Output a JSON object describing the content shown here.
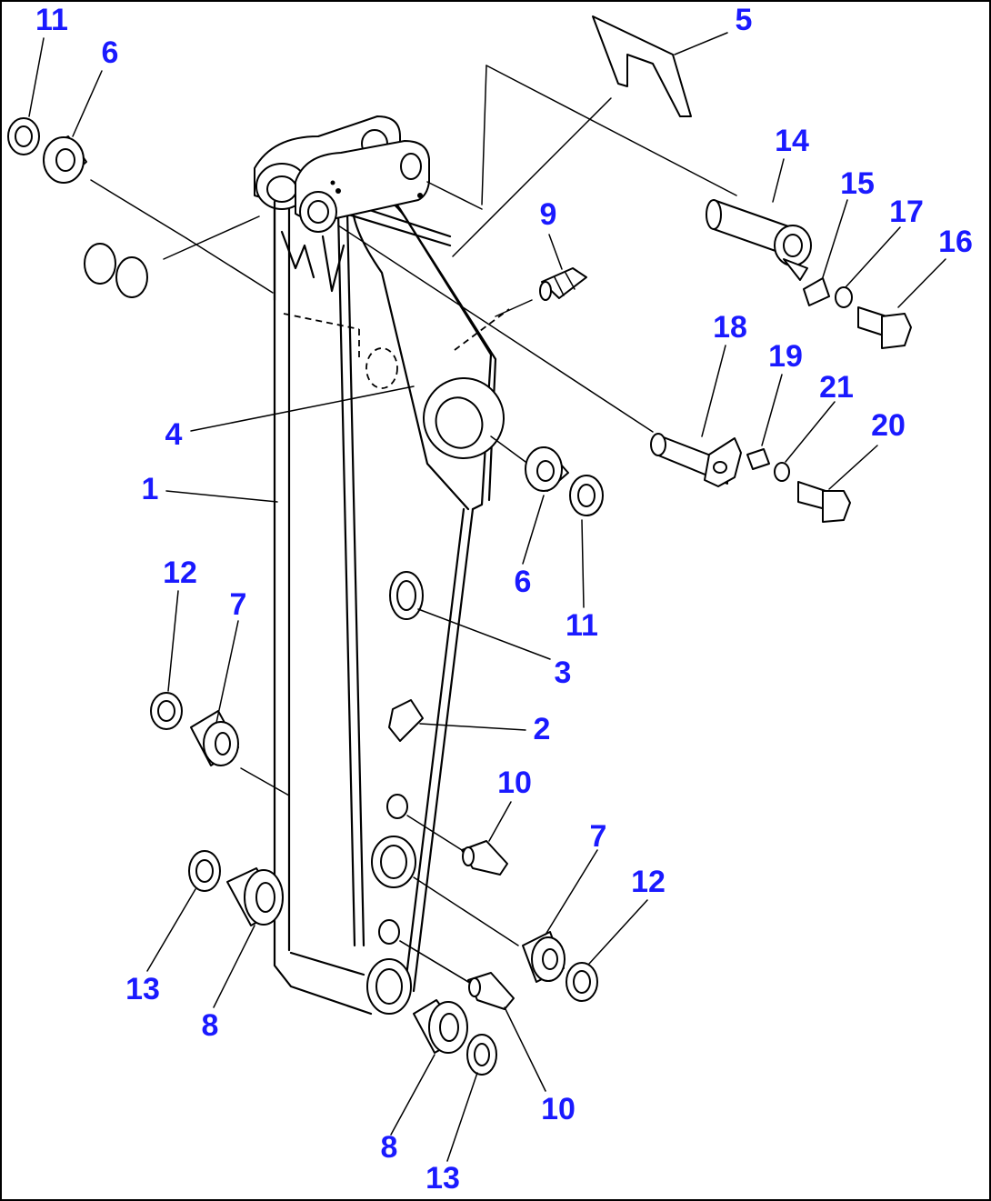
{
  "diagram": {
    "label_color": "#1a1aff",
    "line_color": "#000000",
    "callouts": [
      {
        "id": "c-11-top",
        "text": "11"
      },
      {
        "id": "c-6-top",
        "text": "6"
      },
      {
        "id": "c-5",
        "text": "5"
      },
      {
        "id": "c-14",
        "text": "14"
      },
      {
        "id": "c-15",
        "text": "15"
      },
      {
        "id": "c-17",
        "text": "17"
      },
      {
        "id": "c-16",
        "text": "16"
      },
      {
        "id": "c-9",
        "text": "9"
      },
      {
        "id": "c-18",
        "text": "18"
      },
      {
        "id": "c-19",
        "text": "19"
      },
      {
        "id": "c-21",
        "text": "21"
      },
      {
        "id": "c-20",
        "text": "20"
      },
      {
        "id": "c-4",
        "text": "4"
      },
      {
        "id": "c-1",
        "text": "1"
      },
      {
        "id": "c-6-mid",
        "text": "6"
      },
      {
        "id": "c-11-mid",
        "text": "11"
      },
      {
        "id": "c-12-left",
        "text": "12"
      },
      {
        "id": "c-7-left",
        "text": "7"
      },
      {
        "id": "c-3",
        "text": "3"
      },
      {
        "id": "c-2",
        "text": "2"
      },
      {
        "id": "c-10-mid",
        "text": "10"
      },
      {
        "id": "c-7-right",
        "text": "7"
      },
      {
        "id": "c-12-right",
        "text": "12"
      },
      {
        "id": "c-13-left",
        "text": "13"
      },
      {
        "id": "c-8-left",
        "text": "8"
      },
      {
        "id": "c-10-bottom",
        "text": "10"
      },
      {
        "id": "c-8-bottom",
        "text": "8"
      },
      {
        "id": "c-13-bottom",
        "text": "13"
      }
    ]
  }
}
